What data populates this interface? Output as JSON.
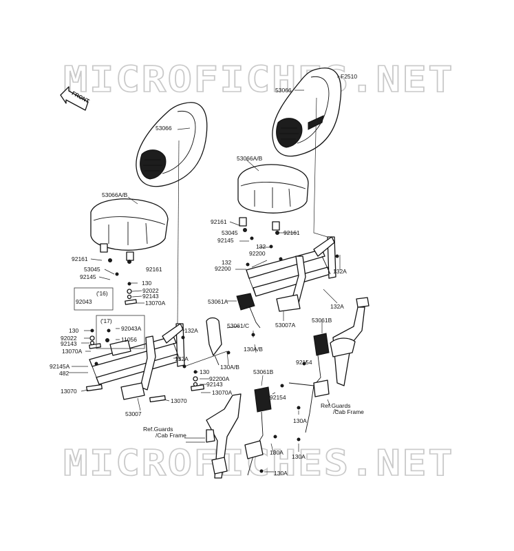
{
  "watermark": "MICROFICHES.NET",
  "front_arrow": "FRONT",
  "labels": {
    "l_f2510": "F2510",
    "l_53066_r": "53066",
    "l_53066_l": "53066",
    "l_53066ab_r": "53066A/B",
    "l_53066ab_l": "53066A/B",
    "l_92161_r1": "92161",
    "l_92161_r2": "92161",
    "l_53045_r": "53045",
    "l_92145_r": "92145",
    "l_132_a": "132",
    "l_92200_a": "92200",
    "l_132_b": "132",
    "l_92200_b": "92200",
    "l_132a_r1": "132A",
    "l_132a_r2": "132A",
    "l_53061a": "53061A",
    "l_53007a": "53007A",
    "l_53061c": "53061/C",
    "l_130ab_r": "130A/B",
    "l_53061b_r": "53061B",
    "l_92154_r": "92154",
    "l_92161_l1": "92161",
    "l_92161_l2": "92161",
    "l_53045_l": "53045",
    "l_92145_l": "92145",
    "l_130_a": "130",
    "l_92022_a": "92022",
    "l_92143_a": "92143",
    "l_13070a_a": "13070A",
    "l_16": "('16)",
    "l_92043": "92043",
    "l_17": "('17)",
    "l_92043a": "92043A",
    "l_11056": "11056",
    "l_130_b": "130",
    "l_92022_b": "92022",
    "l_92143_b": "92143",
    "l_13070a_b": "13070A",
    "l_92145a": "92145A",
    "l_482": "482",
    "l_13070_l": "13070",
    "l_53007": "53007",
    "l_13070_r": "13070",
    "l_132a_l1": "132A",
    "l_132a_l2": "132A",
    "l_130_c": "130",
    "l_92200a": "92200A",
    "l_92143_c": "92143",
    "l_13070a_c": "13070A",
    "l_130ab_l": "130A/B",
    "l_53061b_c": "53061B",
    "l_92154_c": "92154",
    "l_ref_r1": "Ref.Guards",
    "l_ref_r2": "/Cab Frame",
    "l_ref_l1": "Ref.Guards",
    "l_ref_l2": "/Cab Frame",
    "l_130a_1": "130A",
    "l_130a_2": "130A",
    "l_130a_3": "130A",
    "l_130a_4": "130A"
  }
}
